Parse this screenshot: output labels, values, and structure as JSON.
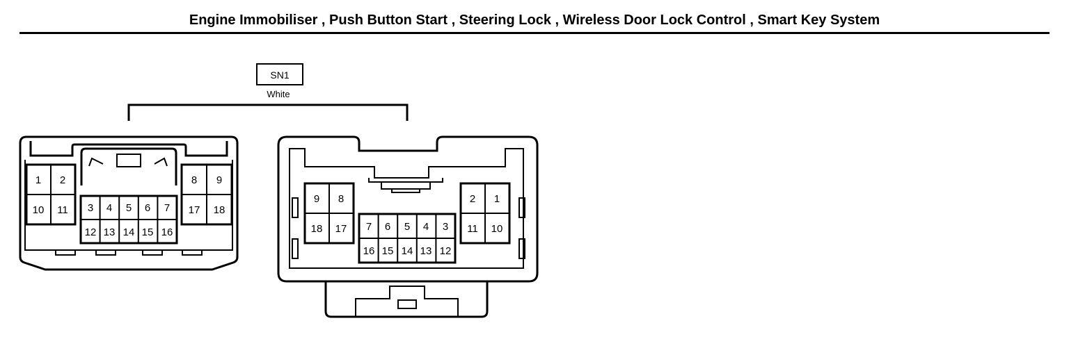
{
  "page": {
    "title": "Engine Immobiliser , Push Button Start , Steering Lock , Wireless Door Lock Control , Smart Key System"
  },
  "connector": {
    "code": "SN1",
    "color_label": "White"
  },
  "left_view": {
    "pins_left": [
      [
        "1",
        "2"
      ],
      [
        "10",
        "11"
      ]
    ],
    "pins_center": [
      [
        "3",
        "4",
        "5",
        "6",
        "7"
      ],
      [
        "12",
        "13",
        "14",
        "15",
        "16"
      ]
    ],
    "pins_right": [
      [
        "8",
        "9"
      ],
      [
        "17",
        "18"
      ]
    ]
  },
  "right_view": {
    "pins_left": [
      [
        "9",
        "8"
      ],
      [
        "18",
        "17"
      ]
    ],
    "pins_center": [
      [
        "7",
        "6",
        "5",
        "4",
        "3"
      ],
      [
        "16",
        "15",
        "14",
        "13",
        "12"
      ]
    ],
    "pins_right": [
      [
        "2",
        "1"
      ],
      [
        "11",
        "10"
      ]
    ]
  }
}
